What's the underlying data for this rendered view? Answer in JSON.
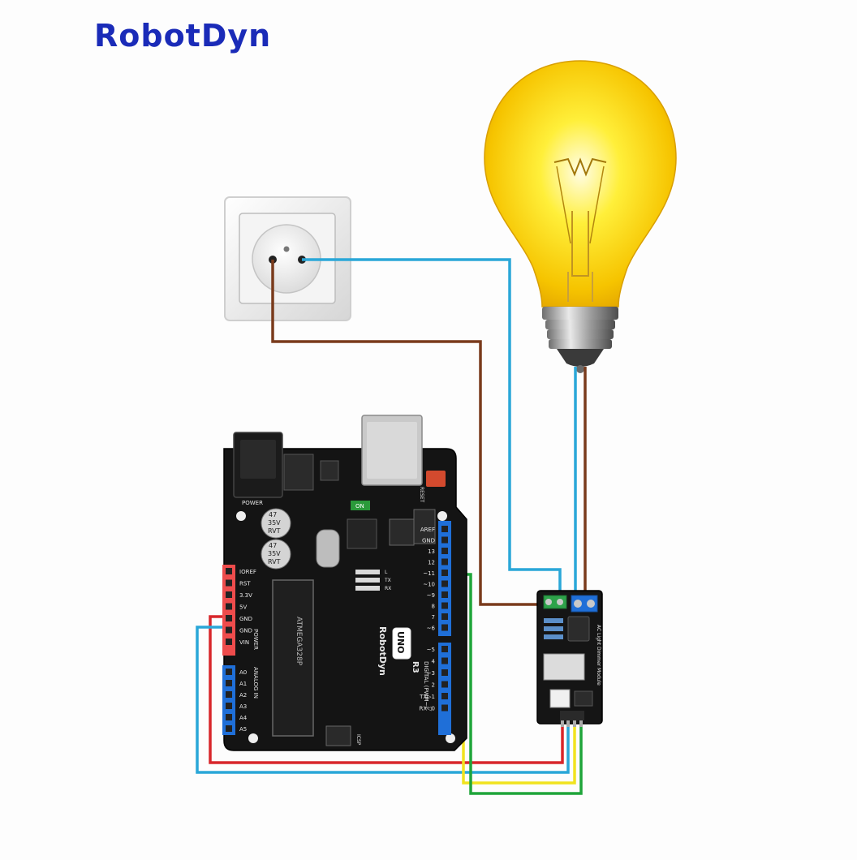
{
  "brand": {
    "logo": "RobotDyn"
  },
  "uno_board": {
    "power_label": "POWER",
    "reset_label": "RESET",
    "on_label": "ON",
    "cap_top": [
      "47",
      "35V",
      "RVT"
    ],
    "cap_bottom": [
      "47",
      "35V",
      "RVT"
    ],
    "uno_logo": "UNO",
    "r3_label": "R3",
    "brand_text": "RobotDyn",
    "icsp_label": "ICSP",
    "mcu_label": "ATMEGA328P",
    "digital_label": "DIGITAL (PWM~)",
    "analog_label": "ANALOG IN",
    "power_pins": [
      "IOREF",
      "RST",
      "3.3V",
      "5V",
      "GND",
      "GND",
      "VIN"
    ],
    "analog_pins": [
      "A0",
      "A1",
      "A2",
      "A3",
      "A4",
      "A5"
    ],
    "digital_pins": [
      "AREF",
      "GND",
      "13",
      "12",
      "~11",
      "~10",
      "~9",
      "8",
      "7",
      "~6",
      "~5",
      "4",
      "~3",
      "2",
      "TX▷1",
      "RX◁0"
    ],
    "tx_rx_labels": [
      "TX",
      "RX"
    ],
    "l_tx_rx": [
      "L",
      "TX",
      "RX"
    ]
  },
  "dimmer_module": {
    "title": "AC Light Dimmer Module"
  },
  "wire_colors": {
    "neutral": "#2aa7d8",
    "live": "#7a3b1c",
    "vcc": "#d8262b",
    "gnd": "#2aa7d8",
    "zc": "#f1e31e",
    "pwm": "#1fa53a"
  }
}
